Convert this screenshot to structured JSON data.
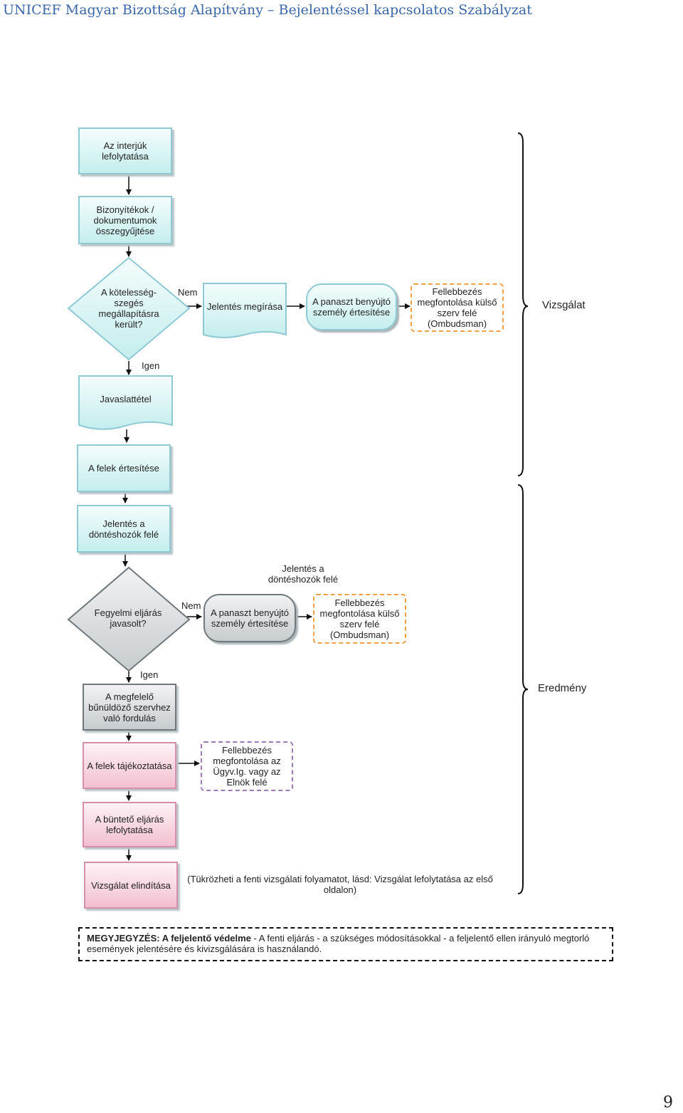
{
  "header": {
    "left": "UNICEF Magyar Bizottság Alapítvány",
    "separator": "–",
    "right": "Bejelentéssel kapcsolatos Szabályzat"
  },
  "flow": {
    "interview": "Az interjúk lefolytatása",
    "evidence": "Bizonyítékok / dokumentumok összegyűjtése",
    "decision1": "A kötelesség- szegés megállapításra került?",
    "no1": "Nem",
    "yes1": "Igen",
    "report_writing": "Jelentés megírása",
    "notify_complainant1": "A panaszt benyújtó személy értesítése",
    "appeal_ombudsman1": "Fellebbezés megfontolása külső szerv felé (Ombudsman)",
    "proposal": "Javaslattétel",
    "notify_parties": "A felek értesítése",
    "report_decision": "Jelentés a döntéshozók felé",
    "report_decision_label": "Jelentés a döntéshozók felé",
    "decision2": "Fegyelmi eljárás javasolt?",
    "no2": "Nem",
    "yes2": "Igen",
    "notify_complainant2": "A panaszt benyújtó személy értesítése",
    "appeal_ombudsman2": "Fellebbezés megfontolása külső szerv felé (Ombudsman)",
    "police": "A megfelelő bűnüldöző szervhez való fordulás",
    "inform_parties": "A felek tájékoztatása",
    "appeal_director": "Fellebbezés megfontolása az Ügyv.Ig. vagy az Elnök felé",
    "criminal": "A büntető eljárás lefolytatása",
    "investigation_start": "Vizsgálat elindítása",
    "comment": "(Tükrözheti a fenti vizsgálati folyamatot, lásd: Vizsgálat lefolytatása az első oldalon)"
  },
  "braces": {
    "investigation": "Vizsgálat",
    "result": "Eredmény"
  },
  "note": {
    "bold": "MEGYJEGYZÉS: A feljelentő védelme",
    "text": " - A fenti eljárás - a szükséges módosításokkal - a feljelentő ellen irányuló megtorló események jelentésére és kivizsgálására is használandó."
  },
  "page_number": "9",
  "colors": {
    "header": "#3a66a8",
    "teal": "#c4eded",
    "gray": "#c7ccce",
    "pink": "#f2bfd0",
    "orange_dash": "#f0a045",
    "purple_dash": "#9b7bb6"
  }
}
